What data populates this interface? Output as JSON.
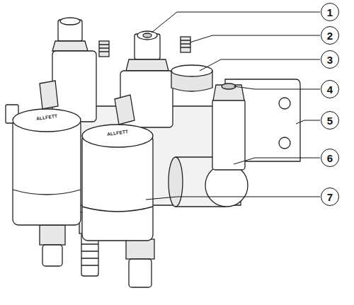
{
  "diagram": {
    "nodes": [
      {
        "text": [
          "1"
        ]
      },
      {
        "text": [
          "2"
        ]
      },
      {
        "text": [
          "3"
        ]
      },
      {
        "text": [
          "4"
        ]
      },
      {
        "text": [
          "5"
        ]
      },
      {
        "text": [
          "6"
        ]
      },
      {
        "text": [
          "7"
        ]
      }
    ],
    "labels": [
      "ALLFETT",
      "ALLFETT"
    ]
  }
}
